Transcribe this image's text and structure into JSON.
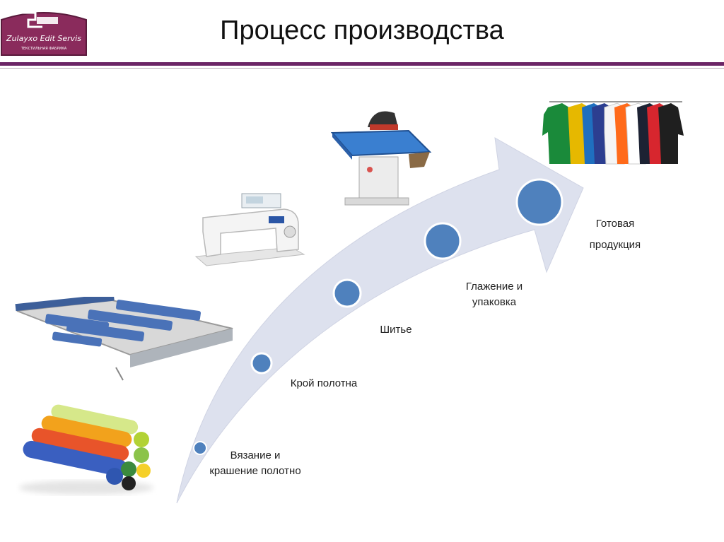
{
  "header": {
    "title": "Процесс производства",
    "logo_text": "Zulayxo Edit Servis",
    "logo_subtext": "ТЕКСТИЛЬНАЯ ФАБРИКА"
  },
  "colors": {
    "accent": "#6b2466",
    "arrow_fill": "#dde1ee",
    "circle_fill": "#4f81bd",
    "circle_stroke": "#ffffff"
  },
  "steps": [
    {
      "label_line1": "Вязание и",
      "label_line2": "крашение полотно"
    },
    {
      "label_line1": "Крой полотна",
      "label_line2": ""
    },
    {
      "label_line1": "Шитье",
      "label_line2": ""
    },
    {
      "label_line1": "Глажение и",
      "label_line2": "упаковка"
    },
    {
      "label_line1": "Готовая",
      "label_line2": "продукция"
    }
  ],
  "images": [
    {
      "name": "fabric-rolls-image",
      "depicts": "colored fabric rolls"
    },
    {
      "name": "cutting-table-image",
      "depicts": "cutting table with blue fabric pieces"
    },
    {
      "name": "sewing-machine-image",
      "depicts": "JUKI sewing machine"
    },
    {
      "name": "ironing-table-image",
      "depicts": "ironing press table"
    },
    {
      "name": "tshirts-image",
      "depicts": "colored t-shirts on hangers"
    }
  ]
}
